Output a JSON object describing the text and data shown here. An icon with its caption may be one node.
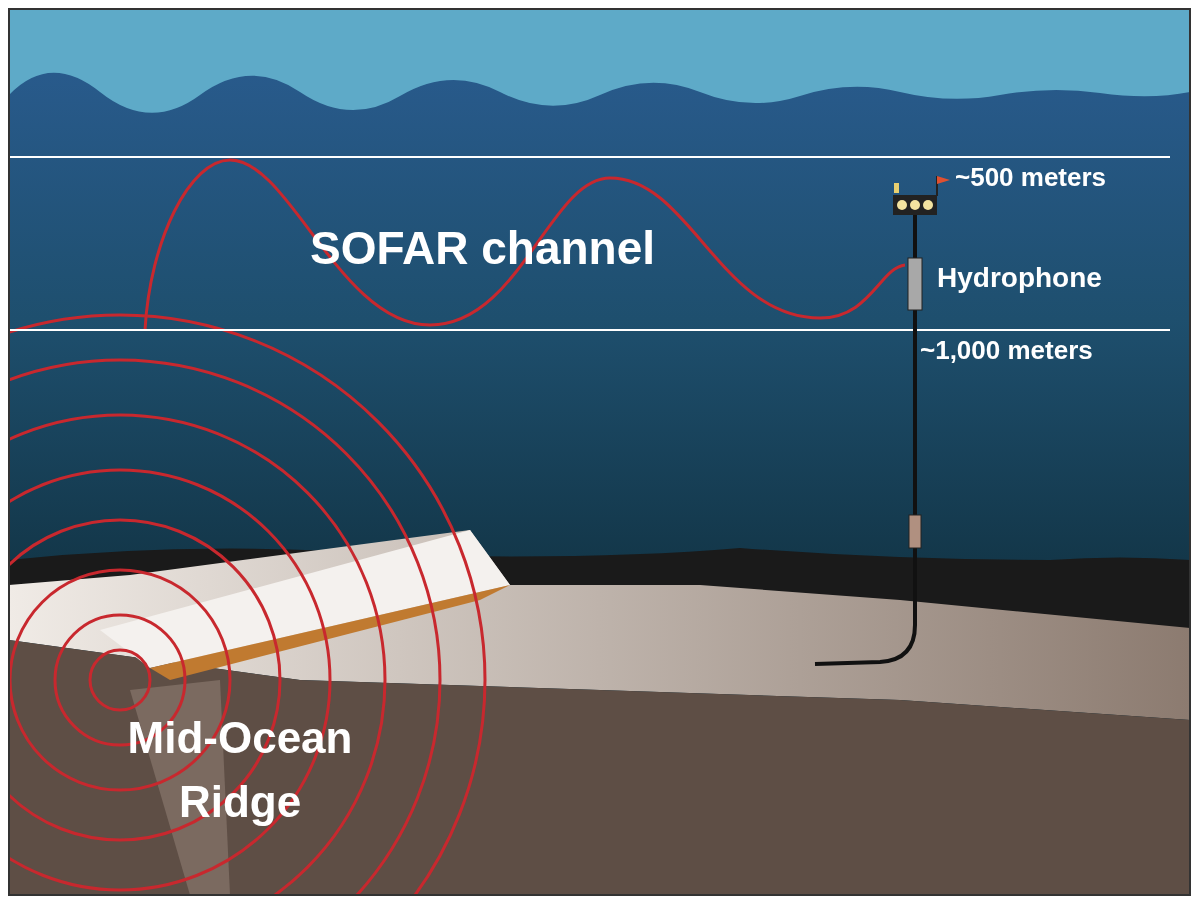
{
  "diagram": {
    "labels": [
      "~500 meters",
      "SOFAR channel",
      "Hydrophone",
      "~1,000 meters",
      "Mid-Ocean Ridge"
    ]
  }
}
